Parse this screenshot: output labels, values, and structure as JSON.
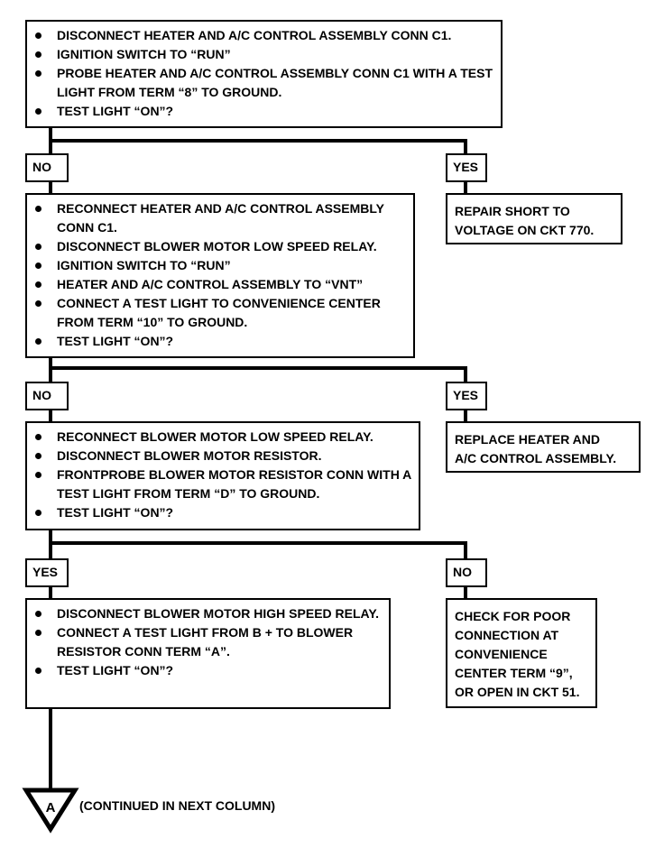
{
  "steps": [
    {
      "items": [
        "DISCONNECT HEATER AND A/C CONTROL ASSEMBLY CONN C1.",
        "IGNITION SWITCH TO “RUN”",
        "PROBE HEATER  AND A/C CONTROL ASSEMBLY CONN C1 WITH A TEST LIGHT FROM TERM “8” TO GROUND.",
        "TEST LIGHT “ON”?"
      ]
    },
    {
      "items": [
        "RECONNECT HEATER AND A/C CONTROL ASSEMBLY CONN C1.",
        "DISCONNECT BLOWER MOTOR LOW SPEED RELAY.",
        "IGNITION SWITCH TO “RUN”",
        "HEATER AND A/C CONTROL ASSEMBLY TO “VNT”",
        "CONNECT A TEST LIGHT TO CONVENIENCE CENTER FROM TERM “10” TO GROUND.",
        "TEST LIGHT “ON”?"
      ]
    },
    {
      "items": [
        "RECONNECT BLOWER MOTOR LOW SPEED RELAY.",
        "DISCONNECT BLOWER MOTOR RESISTOR.",
        "FRONTPROBE BLOWER MOTOR RESISTOR CONN WITH A TEST LIGHT FROM TERM “D” TO GROUND.",
        "TEST LIGHT “ON”?"
      ]
    },
    {
      "items": [
        "DISCONNECT BLOWER MOTOR HIGH SPEED RELAY.",
        "CONNECT A TEST LIGHT FROM B +  TO BLOWER RESISTOR CONN TERM “A”.",
        "TEST LIGHT “ON”?"
      ]
    }
  ],
  "labels": {
    "l1_left": "NO",
    "l1_right": "YES",
    "l2_left": "NO",
    "l2_right": "YES",
    "l3_left": "YES",
    "l3_right": "NO"
  },
  "results": {
    "r1": [
      "REPAIR SHORT TO",
      "VOLTAGE ON CKT 770."
    ],
    "r2": [
      "REPLACE HEATER AND",
      "A/C CONTROL ASSEMBLY."
    ],
    "r3": [
      "CHECK FOR POOR",
      "CONNECTION AT",
      "CONVENIENCE",
      "CENTER TERM “9”,",
      "OR OPEN IN CKT 51."
    ]
  },
  "continuation": {
    "symbol": "A",
    "text": "(CONTINUED IN NEXT COLUMN)"
  }
}
